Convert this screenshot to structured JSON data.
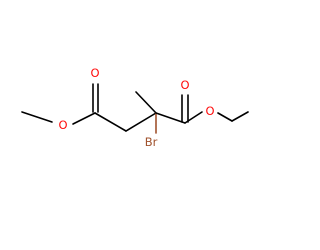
{
  "molecule": {
    "atoms": {
      "o_carbonyl_left": {
        "symbol": "O",
        "color": "#ff0d0d"
      },
      "o_ester_left": {
        "symbol": "O",
        "color": "#ff0d0d"
      },
      "o_carbonyl_right": {
        "symbol": "O",
        "color": "#ff0d0d"
      },
      "o_ester_right": {
        "symbol": "O",
        "color": "#ff0d0d"
      },
      "bromine": {
        "symbol": "Br",
        "color": "#a0522d"
      }
    },
    "bond_color": "#000000"
  }
}
